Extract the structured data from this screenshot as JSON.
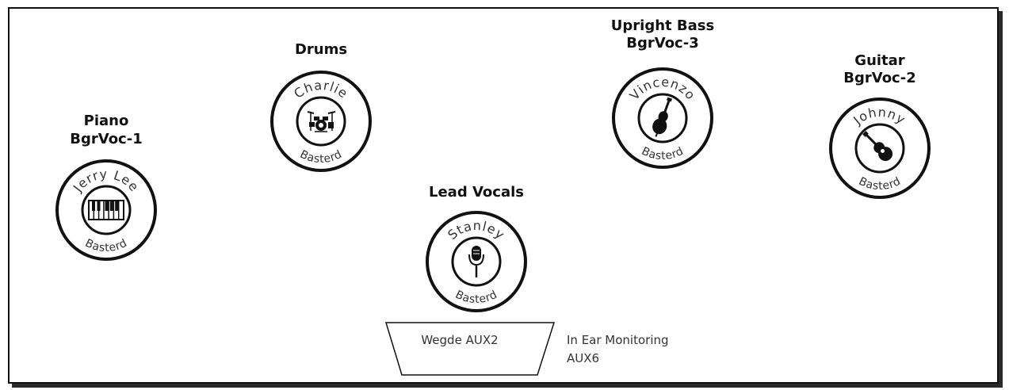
{
  "stage_plot": {
    "performers": [
      {
        "title_lines": [
          "Piano",
          "BgrVoc-1"
        ],
        "name": "Jerry Lee",
        "subtitle": "Basterd",
        "icon": "piano-keys-icon"
      },
      {
        "title_lines": [
          "Drums"
        ],
        "name": "Charlie",
        "subtitle": "Basterd",
        "icon": "drum-kit-icon"
      },
      {
        "title_lines": [
          "Lead Vocals"
        ],
        "name": "Stanley",
        "subtitle": "Basterd",
        "icon": "microphone-icon"
      },
      {
        "title_lines": [
          "Upright Bass",
          "BgrVoc-3"
        ],
        "name": "Vincenzo",
        "subtitle": "Basterd",
        "icon": "upright-bass-icon"
      },
      {
        "title_lines": [
          "Guitar",
          "BgrVoc-2"
        ],
        "name": "Johnny",
        "subtitle": "Basterd",
        "icon": "guitar-icon"
      }
    ],
    "wedge": {
      "label": "Wegde AUX2"
    },
    "in_ear": {
      "lines": [
        "In Ear Monitoring",
        "AUX6"
      ]
    }
  }
}
